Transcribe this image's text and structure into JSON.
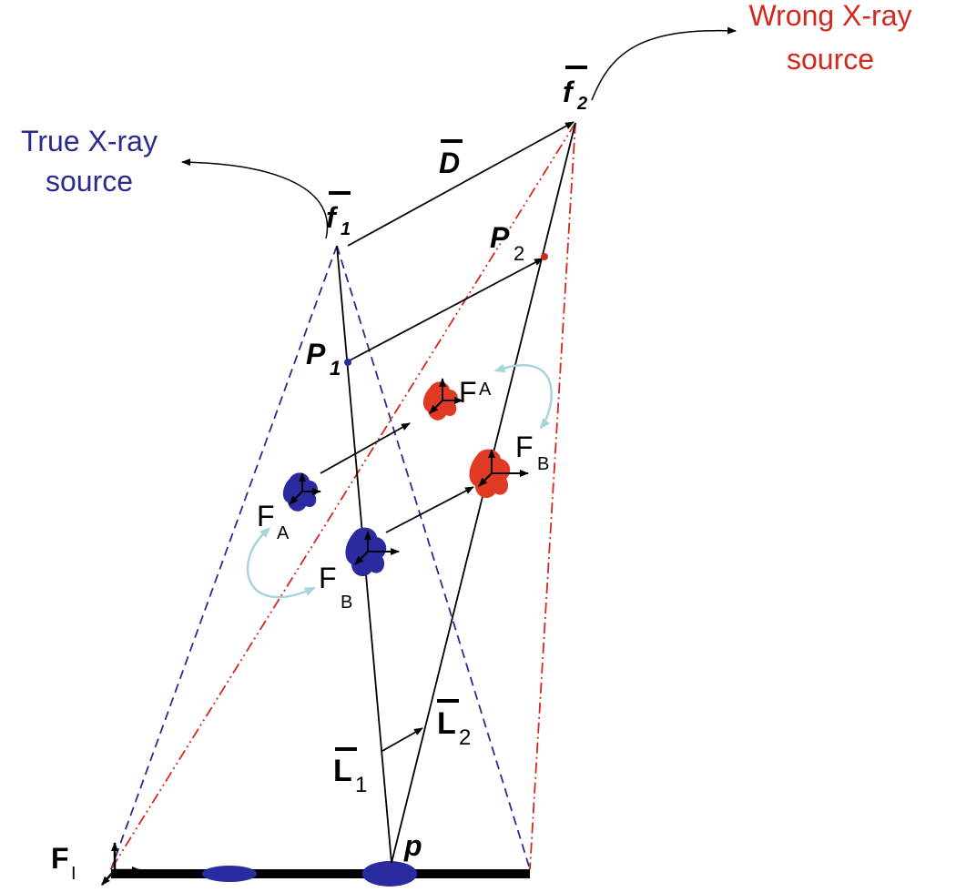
{
  "labels": {
    "true_source_line1": "True X-ray",
    "true_source_line2": "source",
    "wrong_source_line1": "Wrong X-ray",
    "wrong_source_line2": "source",
    "f1": "f",
    "f1_sub": "1",
    "f2": "f",
    "f2_sub": "2",
    "D": "D",
    "P1": "P",
    "P1_sub": "1",
    "P2": "P",
    "P2_sub": "2",
    "FA_red": "F",
    "FA_red_sub": "A",
    "FB_red": "F",
    "FB_red_sub": "B",
    "FA_blue": "F",
    "FA_blue_sub": "A",
    "FB_blue": "F",
    "FB_blue_sub": "B",
    "L1": "L",
    "L1_sub": "1",
    "L2": "L",
    "L2_sub": "2",
    "FI": "F",
    "FI_sub": "I",
    "p": "p"
  },
  "colors": {
    "true_source": "#2b2b8f",
    "wrong_source": "#d4281c",
    "line": "#000000",
    "curve_arrow": "#a8d4dc",
    "blue_object": "#2b2ba0",
    "red_object": "#e03a24"
  }
}
